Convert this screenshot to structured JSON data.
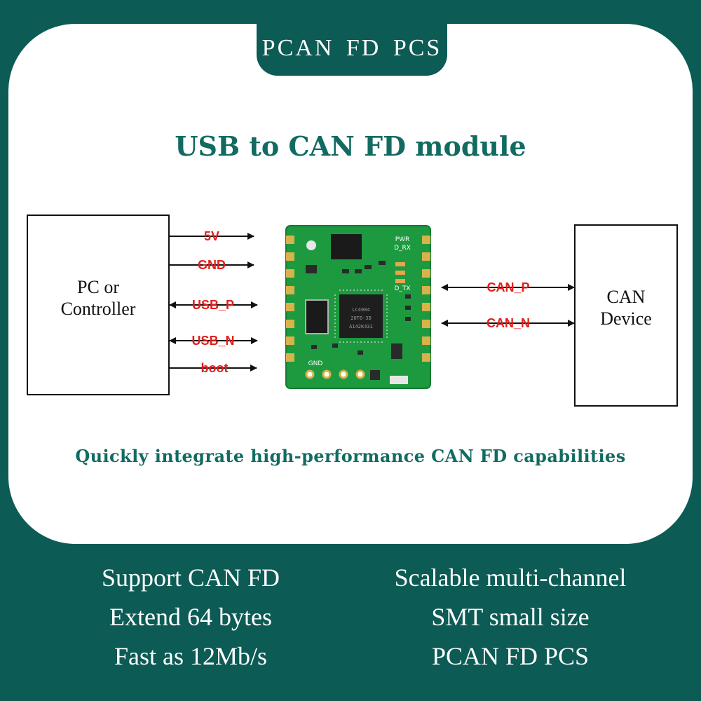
{
  "header": {
    "tab_title": "PCAN  FD  PCS",
    "title": "USB to CAN FD module"
  },
  "left_box": {
    "line1": "PC or",
    "line2": "Controller"
  },
  "right_box": {
    "line1": "CAN",
    "line2": "Device"
  },
  "signals_left": [
    "5V",
    "GND",
    "USB_P",
    "USB_N",
    "boot"
  ],
  "signals_right": [
    "CAN_P",
    "CAN_N"
  ],
  "board": {
    "silkscreen": [
      "PWR",
      "D_RX",
      "D_TX",
      "GND"
    ],
    "chip_text": [
      "LC4084",
      "20T6-3D",
      "A142K431"
    ]
  },
  "tagline": "Quickly integrate high-performance CAN FD capabilities",
  "features_left": [
    "Support CAN FD",
    "Extend 64 bytes",
    "Fast as 12Mb/s"
  ],
  "features_right": [
    "Scalable multi-channel",
    "SMT small size",
    "PCAN FD PCS"
  ],
  "colors": {
    "brand_green": "#0c5b55",
    "title_green": "#126b61",
    "signal_red": "#e0201c",
    "pcb_green": "#1d9a3f"
  }
}
